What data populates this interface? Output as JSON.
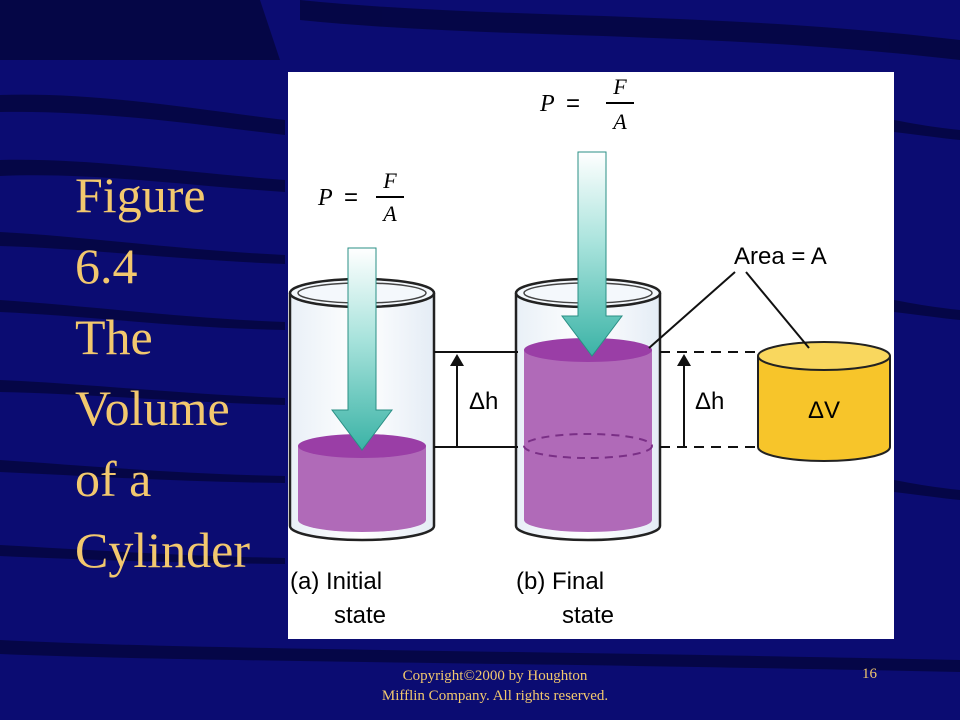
{
  "title_lines": [
    "Figure",
    "6.4",
    "The",
    "Volume",
    "of a",
    "Cylinder"
  ],
  "figure": {
    "pressure_symbol": "P",
    "pressure_equals": "=",
    "pressure_numerator": "F",
    "pressure_denominator": "A",
    "area_label": "Area = A",
    "delta_h": "Δh",
    "delta_v": "ΔV",
    "caption_a_line1": "(a) Initial",
    "caption_a_line2": "state",
    "caption_b_line1": "(b) Final",
    "caption_b_line2": "state"
  },
  "footer": {
    "copyright_line1": "Copyright©2000 by Houghton",
    "copyright_line2": "Mifflin Company. All rights reserved."
  },
  "slide_number": "16",
  "colors": {
    "background": "#0a0a6e",
    "title_text": "#f2c86e",
    "liquid": "#b06ab8",
    "liquid_top": "#9a3ea6",
    "arrow": "#4fc1b4",
    "cylinder_dv": "#f7c52a"
  }
}
